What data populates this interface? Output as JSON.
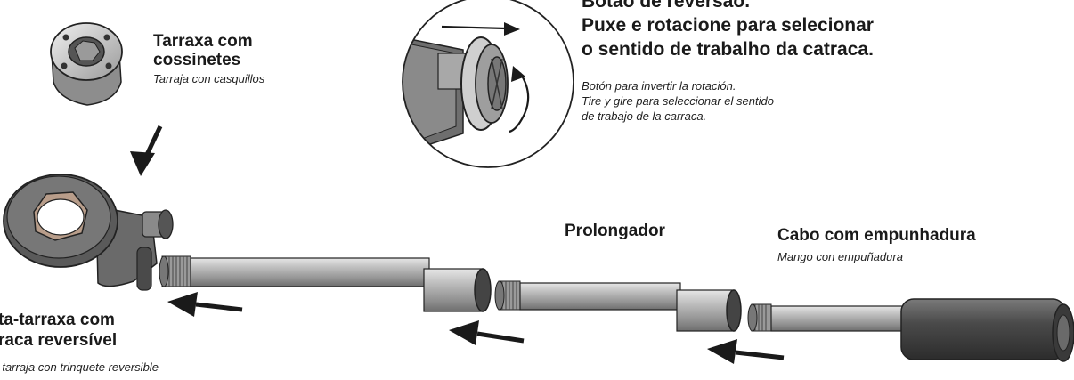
{
  "parts": {
    "die_head": {
      "title": [
        "Tarraxa com",
        "cossinetes"
      ],
      "subtitle": "Tarraja con casquillos"
    },
    "reverse_button": {
      "title": [
        "Botão de reversão.",
        "Puxe e rotacione para selecionar",
        "o sentido de trabalho da catraca."
      ],
      "subtitle": [
        "Botón para invertir la rotación.",
        "Tire y gire para seleccionar el sentido",
        "de trabajo de la carraca."
      ]
    },
    "extension": {
      "title": "Prolongador"
    },
    "handle": {
      "title": "Cabo com empunhadura",
      "subtitle": "Mango con empuñadura"
    },
    "ratchet": {
      "title": [
        "ta-tarraxa com",
        "raca reversível"
      ],
      "subtitle": "-tarraja con trinquete reversible"
    }
  }
}
